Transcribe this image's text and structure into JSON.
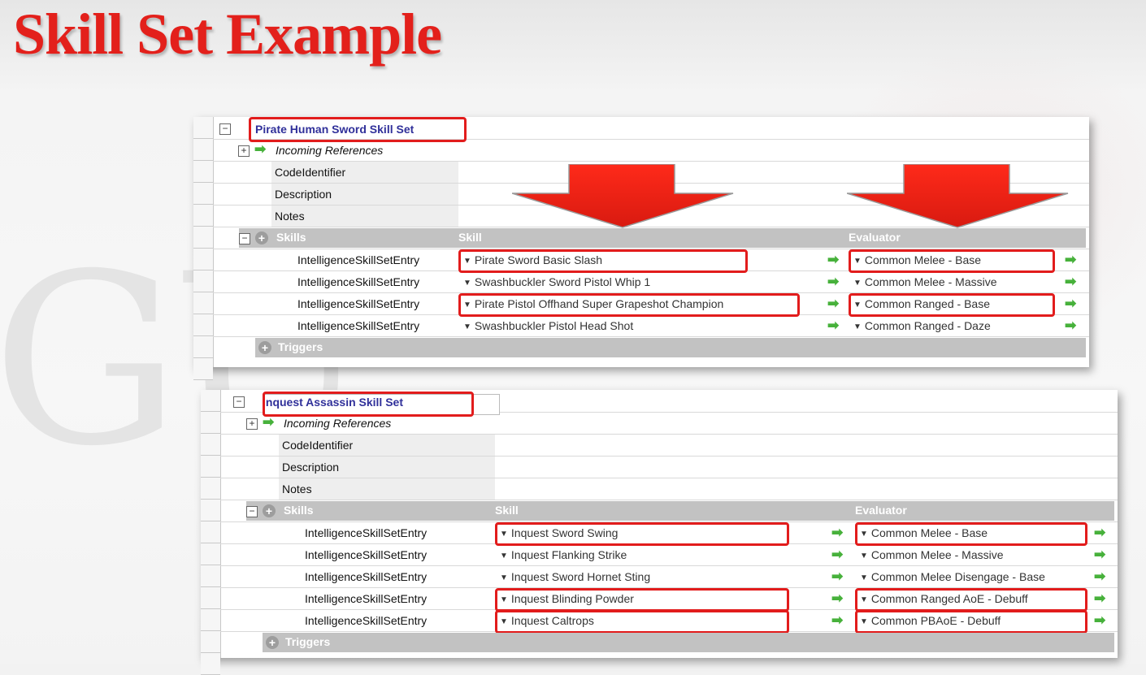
{
  "slide": {
    "title": "Skill Set Example"
  },
  "panels": [
    {
      "name": "Pirate Human Sword Skill Set",
      "incoming": "Incoming References",
      "fields": [
        "CodeIdentifier",
        "Description",
        "Notes"
      ],
      "skills_label": "Skills",
      "skill_col": "Skill",
      "evaluator_col": "Evaluator",
      "entry_label": "IntelligenceSkillSetEntry",
      "entries": [
        {
          "skill": "Pirate Sword Basic Slash",
          "evaluator": "Common Melee - Base",
          "hl_skill": true,
          "hl_eval": true
        },
        {
          "skill": "Swashbuckler Sword Pistol Whip 1",
          "evaluator": "Common Melee - Massive",
          "hl_skill": false,
          "hl_eval": false
        },
        {
          "skill": "Pirate Pistol Offhand Super Grapeshot Champion",
          "evaluator": "Common Ranged - Base",
          "hl_skill": true,
          "hl_eval": true
        },
        {
          "skill": "Swashbuckler Pistol Head Shot",
          "evaluator": "Common Ranged - Daze",
          "hl_skill": false,
          "hl_eval": false
        }
      ],
      "triggers_label": "Triggers"
    },
    {
      "name": "Inquest Assassin Skill Set",
      "incoming": "Incoming References",
      "fields": [
        "CodeIdentifier",
        "Description",
        "Notes"
      ],
      "skills_label": "Skills",
      "skill_col": "Skill",
      "evaluator_col": "Evaluator",
      "entry_label": "IntelligenceSkillSetEntry",
      "entries": [
        {
          "skill": "Inquest Sword Swing",
          "evaluator": "Common Melee - Base",
          "hl_skill": true,
          "hl_eval": true
        },
        {
          "skill": "Inquest Flanking Strike",
          "evaluator": "Common Melee - Massive",
          "hl_skill": false,
          "hl_eval": false
        },
        {
          "skill": "Inquest Sword Hornet Sting",
          "evaluator": "Common Melee Disengage - Base",
          "hl_skill": false,
          "hl_eval": false
        },
        {
          "skill": "Inquest Blinding Powder",
          "evaluator": "Common Ranged AoE - Debuff",
          "hl_skill": true,
          "hl_eval": true
        },
        {
          "skill": "Inquest Caltrops",
          "evaluator": "Common PBAoE - Debuff",
          "hl_skill": true,
          "hl_eval": true
        }
      ],
      "triggers_label": "Triggers"
    }
  ],
  "colors": {
    "title": "#e3201b",
    "highlight": "#e21c1c",
    "link_arrow": "#47b13b",
    "band": "#c2c2c2",
    "header_text": "#30309a"
  },
  "icons": [
    "collapse-box-icon",
    "expand-box-icon",
    "green-arrow-icon",
    "gray-circle-icon",
    "dropdown-triangle-icon",
    "red-down-arrow"
  ]
}
